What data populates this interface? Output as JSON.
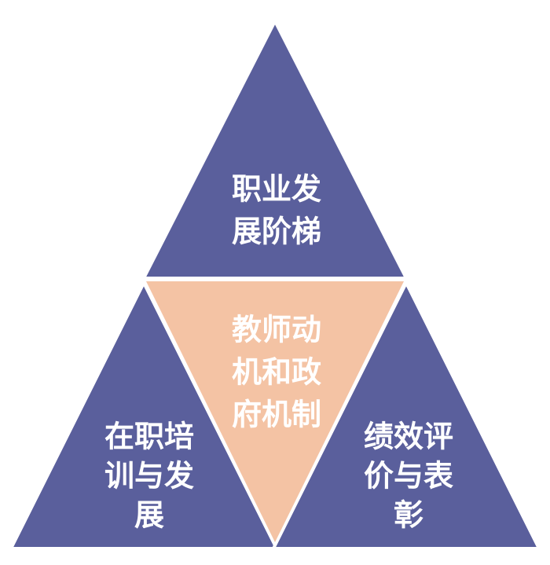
{
  "colors": {
    "outer_fill": "#5a5f9c",
    "outer_stroke": "#ffffff",
    "center_fill": "#f4c3a4",
    "text_on_outer": "#ffffff",
    "text_on_center": "#ffffff"
  },
  "top_triangle": {
    "line1": "职业发",
    "line2": "展阶梯"
  },
  "center_triangle": {
    "line1": "教师动",
    "line2": "机和政",
    "line3": "府机制"
  },
  "left_triangle": {
    "line1": "在职培",
    "line2": "训与发",
    "line3": "展"
  },
  "right_triangle": {
    "line1": "绩效评",
    "line2": "价与表",
    "line3": "彰"
  }
}
